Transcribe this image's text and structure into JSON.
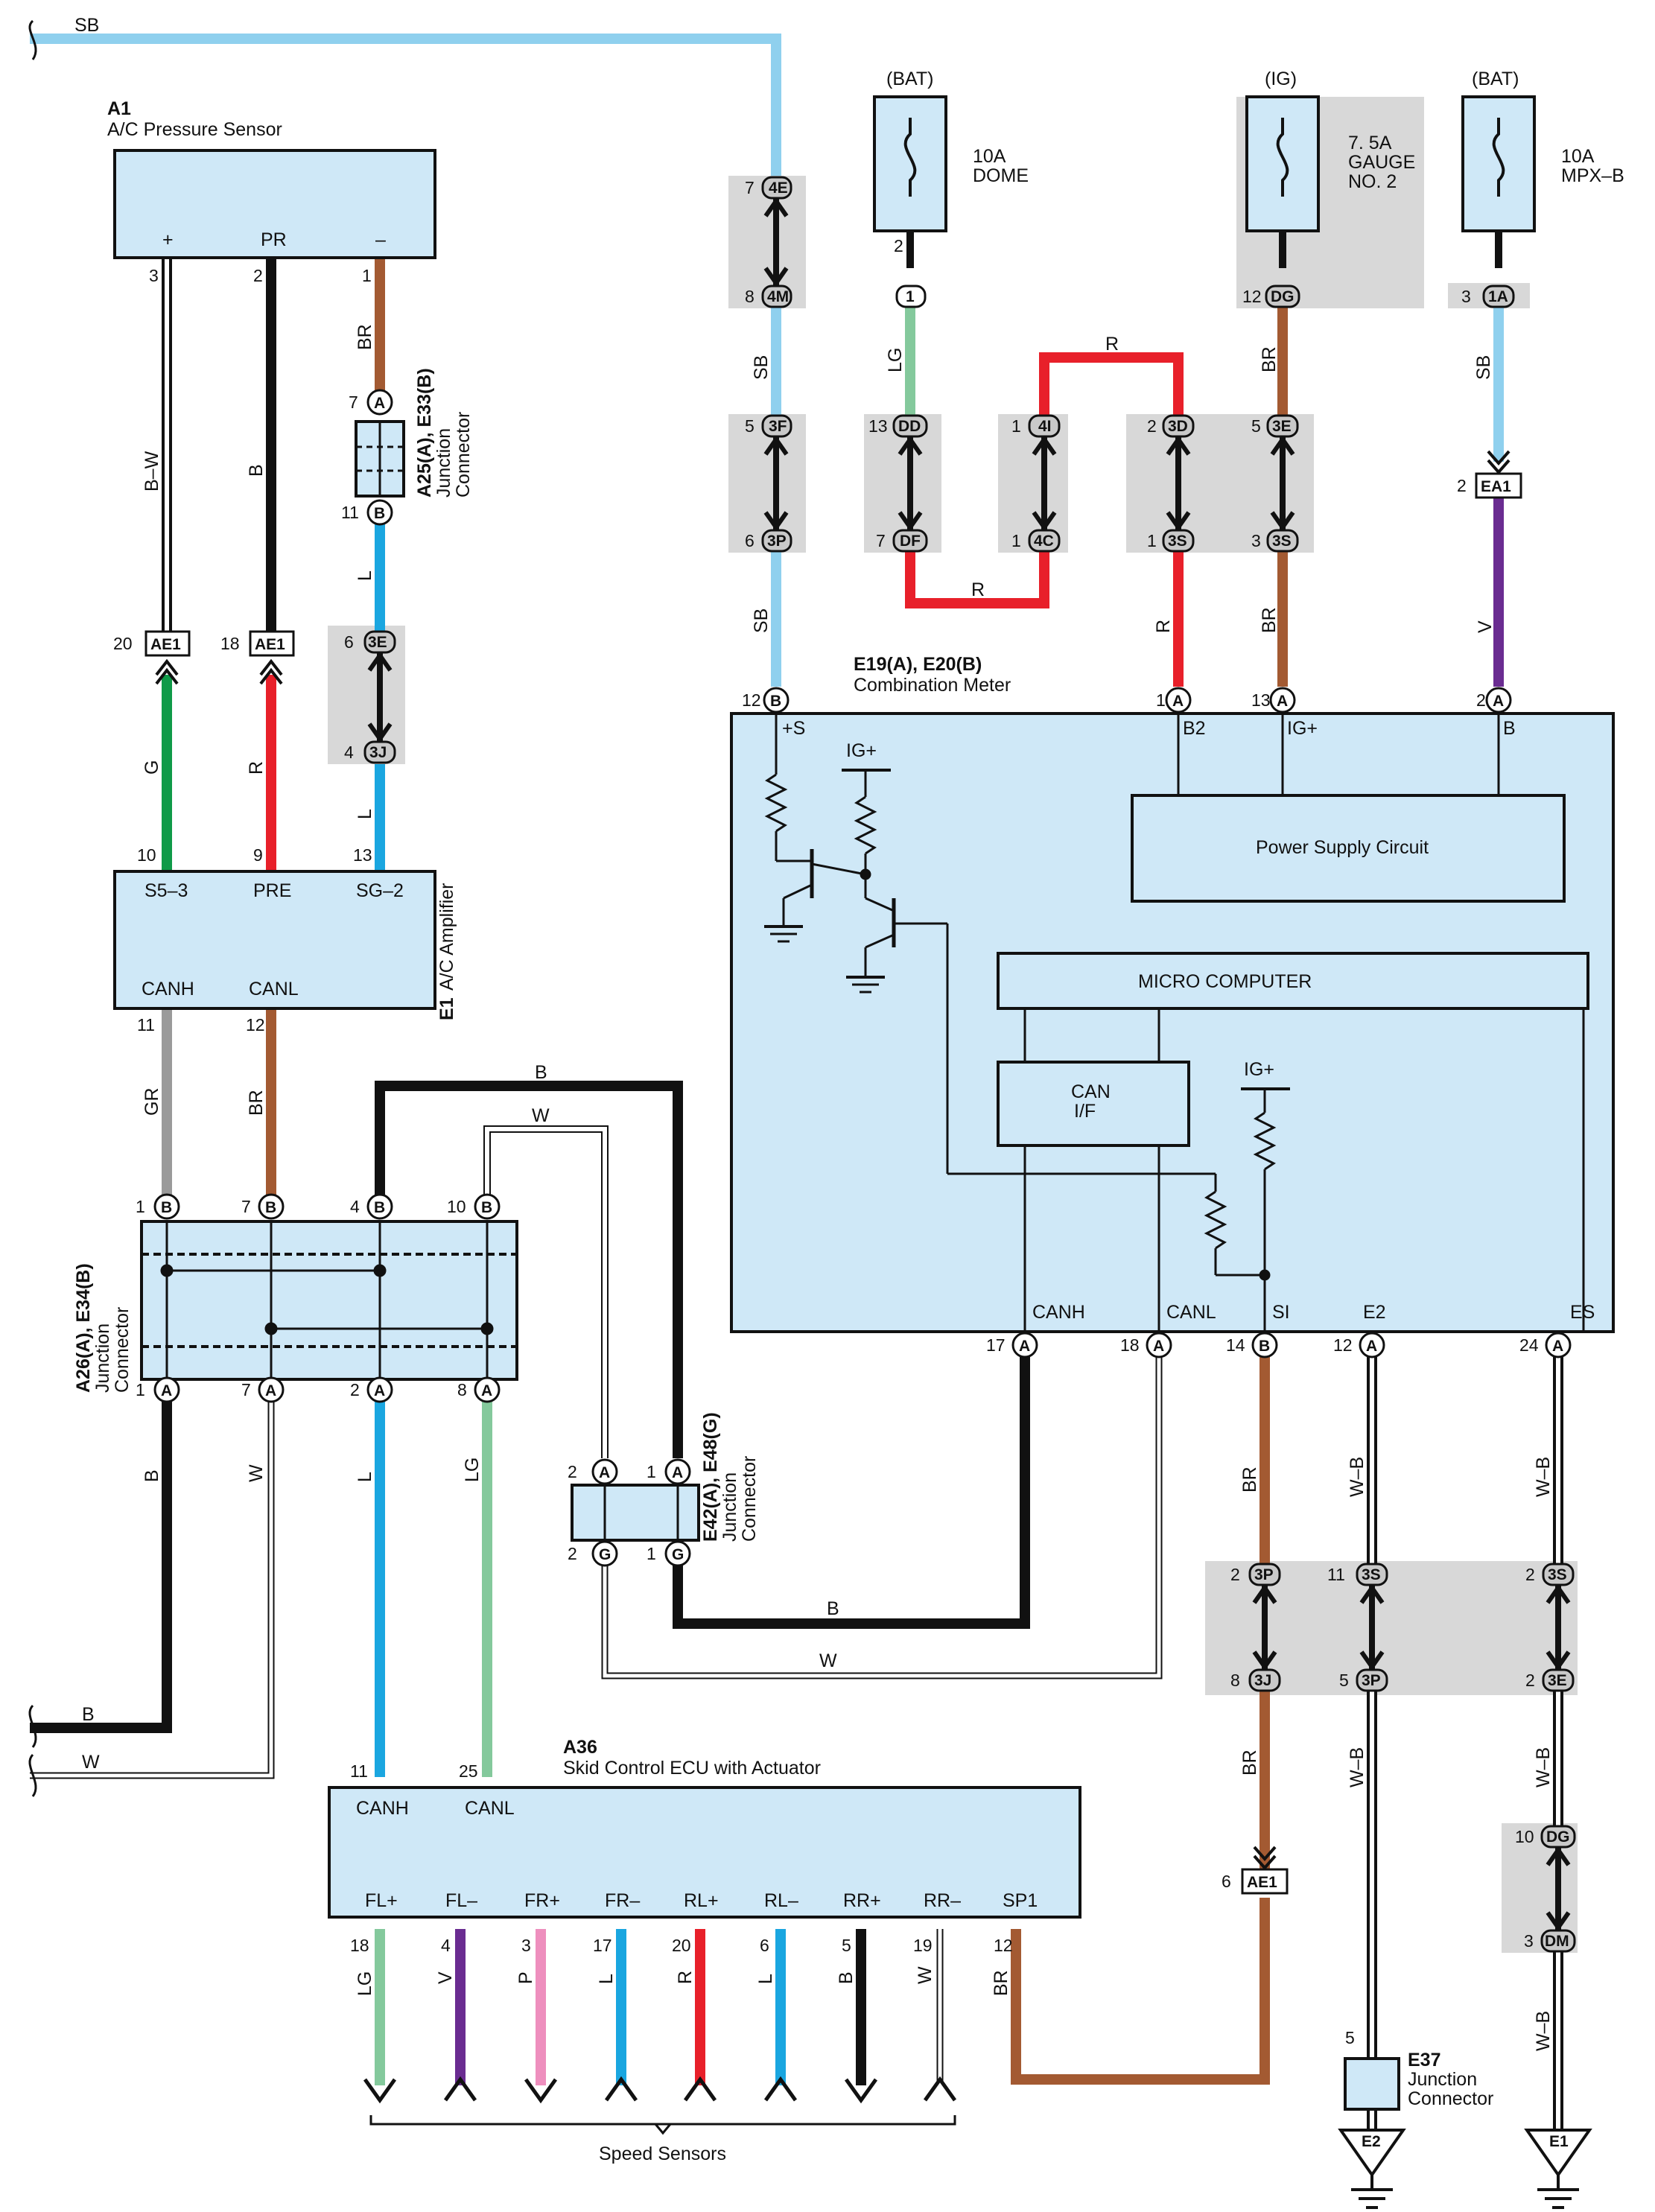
{
  "top_left": {
    "wire": "SB"
  },
  "fuses": [
    {
      "source": "(BAT)",
      "line1": "10A",
      "line2": "DOME",
      "line3": ""
    },
    {
      "source": "(IG)",
      "line1": "7. 5A",
      "line2": "GAUGE",
      "line3": "NO. 2"
    },
    {
      "source": "(BAT)",
      "line1": "10A",
      "line2": "MPX–B",
      "line3": ""
    }
  ],
  "components": {
    "a1": {
      "code": "A1",
      "name": "A/C Pressure Sensor",
      "pins": [
        "+",
        "PR",
        "–"
      ]
    },
    "e1": {
      "code": "E1",
      "name": "A/C Amplifier",
      "pins": [
        "S5–3",
        "PRE",
        "SG–2",
        "CANH",
        "CANL"
      ]
    },
    "a25": {
      "code": "A25(A), E33(B)",
      "name1": "Junction",
      "name2": "Connector"
    },
    "a26": {
      "code": "A26(A), E34(B)",
      "name1": "Junction",
      "name2": "Connector"
    },
    "e42": {
      "code": "E42(A), E48(G)",
      "name1": "Junction",
      "name2": "Connector"
    },
    "meter": {
      "code": "E19(A), E20(B)",
      "name": "Combination Meter",
      "power": "Power Supply Circuit",
      "micro": "MICRO COMPUTER",
      "can1": "CAN",
      "can2": "I/F",
      "ig": "IG+",
      "pins_top": [
        "+S",
        "B2",
        "IG+",
        "B"
      ],
      "pins_bottom": [
        "CANH",
        "CANL",
        "SI",
        "E2",
        "ES"
      ]
    },
    "a36": {
      "code": "A36",
      "name": "Skid Control ECU with Actuator",
      "top_pins": [
        "CANH",
        "CANL"
      ],
      "bottom_pins": [
        "FL+",
        "FL–",
        "FR+",
        "FR–",
        "RL+",
        "RL–",
        "RR+",
        "RR–",
        "SP1"
      ]
    },
    "e37": {
      "code": "E37",
      "name1": "Junction",
      "name2": "Connector"
    }
  },
  "speed_sensors": "Speed Sensors",
  "grounds": [
    "E2",
    "E1"
  ],
  "wire_colors": {
    "SB": "#8fd0ee",
    "LG": "#84c99c",
    "R": "#e8202a",
    "BR": "#a35a32",
    "V": "#6a2c91",
    "B": "#111111",
    "W": "#ffffff",
    "G": "#0f9a48",
    "L": "#1aa6e0",
    "GR": "#9a9a9a",
    "P": "#ee8fbe",
    "BW": "#ffffff"
  },
  "connectors": {
    "c4E": "4E",
    "c4M": "4M",
    "c3F": "3F",
    "c3P": "3P",
    "c1": "1",
    "cDD": "DD",
    "cDF": "DF",
    "c4I": "4I",
    "c4C": "4C",
    "c3D": "3D",
    "c3S": "3S",
    "c3E": "3E",
    "cDG": "DG",
    "c1A": "1A",
    "cEA1": "EA1",
    "cAE1": "AE1",
    "c3J": "3J",
    "c3P2": "3P",
    "c3S2": "3S",
    "c3E2": "3E",
    "cDM": "DM"
  },
  "wire_labels": {
    "sb": "SB",
    "lg": "LG",
    "r": "R",
    "br": "BR",
    "v": "V",
    "bw": "B–W",
    "b": "B",
    "l": "L",
    "g": "G",
    "gr": "GR",
    "w": "W",
    "wb": "W–B",
    "p": "P"
  },
  "pin_numbers": {
    "a1": [
      "3",
      "2",
      "1"
    ],
    "ae1_left": [
      "20",
      "18"
    ],
    "e1": [
      "10",
      "9",
      "13",
      "11",
      "12"
    ],
    "a26_top": [
      "1",
      "7",
      "4",
      "10"
    ],
    "a26_bot": [
      "1",
      "7",
      "2",
      "8"
    ],
    "a36_top": [
      "11",
      "25"
    ],
    "a36_bot": [
      "18",
      "4",
      "3",
      "17",
      "20",
      "6",
      "5",
      "19",
      "12"
    ],
    "meter_top": [
      "12",
      "1",
      "13",
      "2"
    ],
    "meter_bot": [
      "17",
      "18",
      "14",
      "12",
      "24"
    ],
    "misc": [
      "7",
      "8",
      "5",
      "6",
      "2",
      "13",
      "7",
      "1",
      "1",
      "2",
      "1",
      "5",
      "3",
      "12",
      "3",
      "2",
      "7",
      "11",
      "6",
      "4",
      "2",
      "1",
      "2",
      "1",
      "2",
      "11",
      "2",
      "8",
      "5",
      "2",
      "6",
      "5",
      "10",
      "3"
    ]
  },
  "pin_letters": {
    "A": "A",
    "B": "B",
    "G": "G"
  }
}
